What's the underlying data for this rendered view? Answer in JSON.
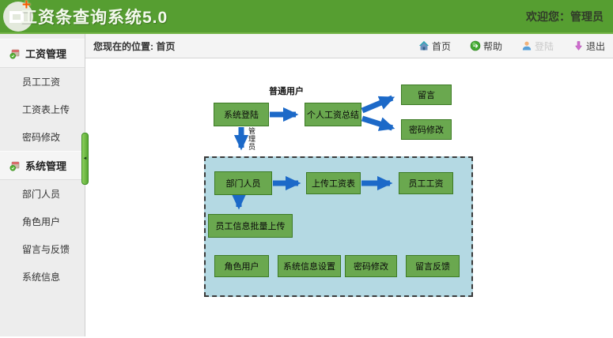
{
  "header": {
    "title": "工资条查询系统5.0",
    "welcome": "欢迎您：管理员"
  },
  "breadcrumb": {
    "text": "您现在的位置: 首页"
  },
  "toolbar": {
    "home": "首页",
    "help": "帮助",
    "login": "登陆",
    "logout": "退出",
    "login_state": "disabled"
  },
  "sidebar": {
    "sections": [
      {
        "title": "工资管理",
        "items": [
          "员工工资",
          "工资表上传",
          "密码修改"
        ]
      },
      {
        "title": "系统管理",
        "items": [
          "部门人员",
          "角色用户",
          "留言与反馈",
          "系统信息"
        ]
      }
    ],
    "collapse_arrow": "◄"
  },
  "diagram": {
    "nodes": {
      "login": "系统登陆",
      "personal_summary": "个人工资总结",
      "message": "留言",
      "password_user": "密码修改",
      "department": "部门人员",
      "upload_table": "上传工资表",
      "employee_salary": "员工工资",
      "batch_upload": "员工信息批量上传",
      "role_user": "角色用户",
      "system_info": "系统信息设置",
      "password_admin": "密码修改",
      "feedback": "留言反馈"
    },
    "edge_labels": {
      "normal_user": "普通用户",
      "admin": "管理员"
    }
  },
  "colors": {
    "header_green": "#569e31",
    "node_green": "#6aa84f",
    "node_border": "#3c7a24",
    "arrow_blue": "#1c69c8",
    "admin_area_fill": "#b4d9e3",
    "logout_magenta": "#cf6ccf",
    "help_green": "#43a832"
  }
}
